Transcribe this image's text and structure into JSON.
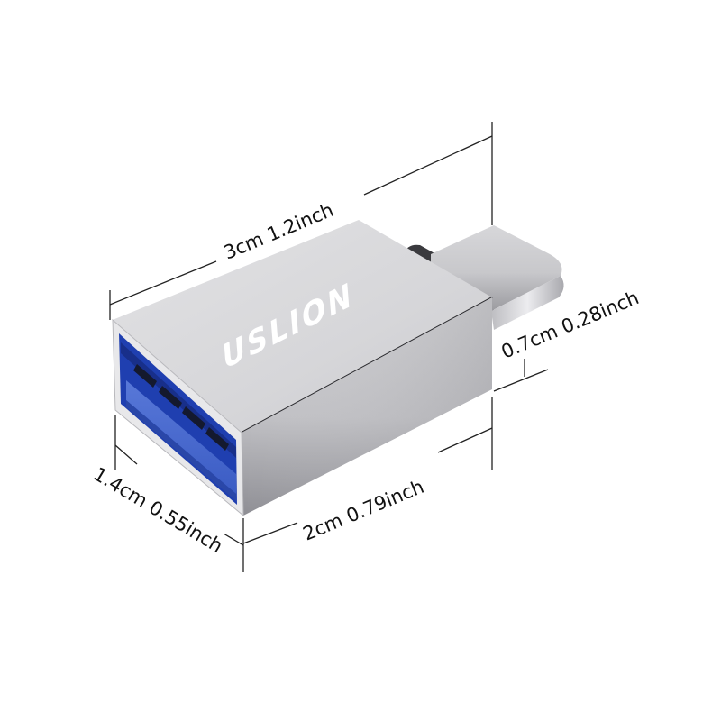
{
  "product": {
    "brand": "USLION",
    "type": "USB-A to USB-C adapter",
    "colors": {
      "housing_top": "#d9d9db",
      "housing_side": "#c4c4c7",
      "housing_front_frame": "#e6e6e8",
      "port_blue": "#1f3fb0",
      "port_tongue": "#4f6fd0",
      "contact_dark": "#14192e",
      "typec_plug": "#cfcfd2",
      "typec_shadow": "#3a3a3e",
      "dimension_line": "#222222",
      "text": "#111111"
    }
  },
  "dimensions": {
    "length_total": {
      "label": "3cm 1.2inch"
    },
    "typec_height": {
      "label": "0.7cm 0.28inch"
    },
    "body_length": {
      "label": "2cm 0.79inch"
    },
    "body_width": {
      "label": "1.4cm 0.55inch"
    }
  }
}
